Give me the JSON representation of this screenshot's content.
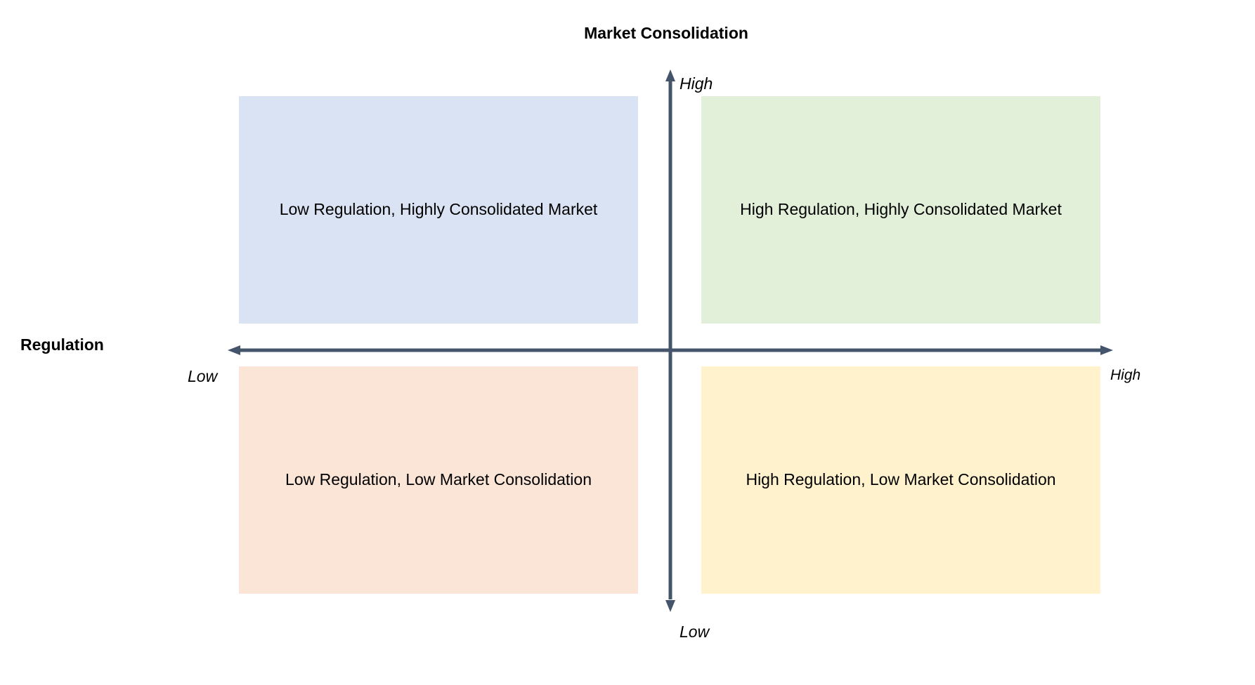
{
  "diagram": {
    "y_axis": {
      "title": "Market Consolidation",
      "high_label": "High",
      "low_label": "Low"
    },
    "x_axis": {
      "title": "Regulation",
      "low_label": "Low",
      "high_label": "High"
    },
    "quadrants": {
      "top_left": {
        "label": "Low Regulation, Highly Consolidated Market",
        "color": "#dae3f3"
      },
      "top_right": {
        "label": "High Regulation, Highly Consolidated Market",
        "color": "#e2f0d9"
      },
      "bottom_left": {
        "label": "Low Regulation, Low Market Consolidation",
        "color": "#fbe5d6"
      },
      "bottom_right": {
        "label": "High Regulation, Low Market Consolidation",
        "color": "#fff2cc"
      }
    },
    "axis_color": "#44546a"
  }
}
